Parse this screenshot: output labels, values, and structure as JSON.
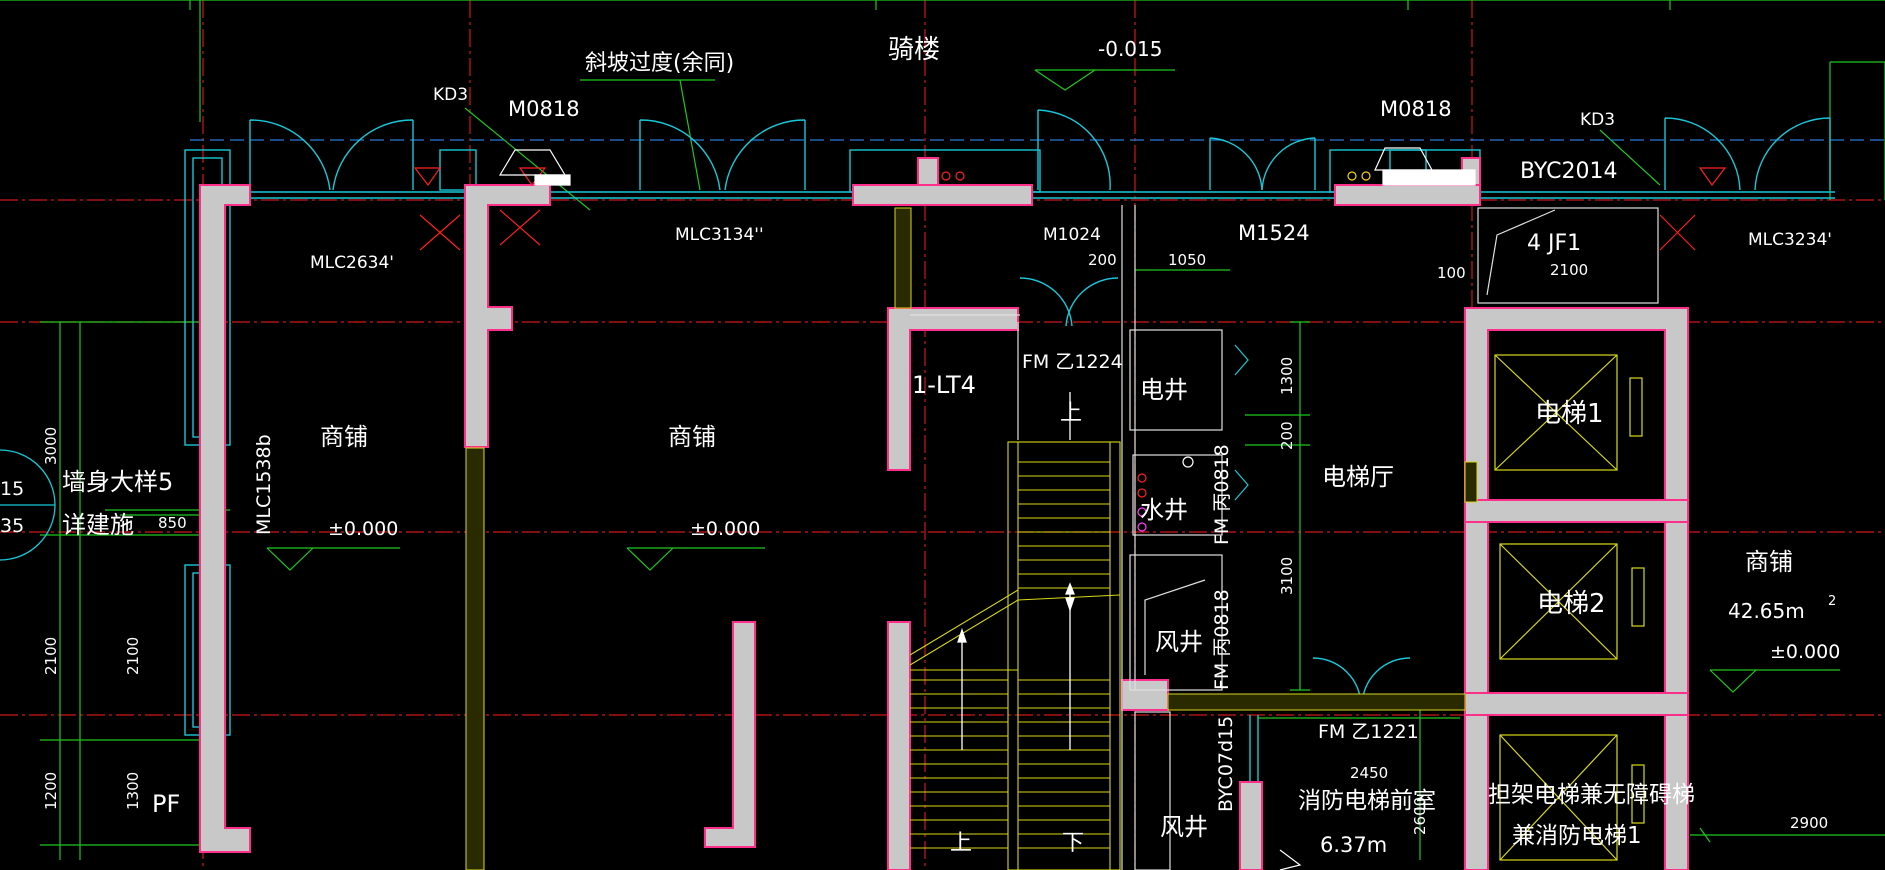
{
  "colors": {
    "background": "#000000",
    "wall_fill": "#c8c8c8",
    "wall_edge": "#ff2e8a",
    "axis_red": "#d01818",
    "dim_green": "#1ec81e",
    "door_cyan": "#18c8d8",
    "frame_yellow": "#d8d818",
    "frame_green": "#9ad81a",
    "text_white": "#ffffff",
    "pipe_red": "#ff2020",
    "dashed_blue": "#2a7ad8"
  },
  "top": {
    "arcade_label": "骑楼",
    "level_top": "-0.015",
    "slope_note": "斜坡过度(余同)",
    "tag_kd3_left": "KD3",
    "tag_kd3_right": "KD3",
    "door_m0818_left": "M0818",
    "door_m0818_right": "M0818",
    "window_byc": "BYC2014"
  },
  "rooms": {
    "shop_left": "商铺",
    "shop_mid": "商铺",
    "shop_right": "商铺",
    "shop_right_area": "42.65m",
    "shop_right_area_sup": "2",
    "level_left": "±0.000",
    "level_mid": "±0.000",
    "level_right": "±0.000",
    "elec_well": "电井",
    "water_well": "水井",
    "wind_well_1": "风井",
    "wind_well_2": "风井",
    "elevator_hall": "电梯厅",
    "elevator_1": "电梯1",
    "elevator_2": "电梯2",
    "elevator_3_line1": "担架电梯兼无障碍梯",
    "elevator_3_line2": "兼消防电梯1",
    "fire_lobby": "消防电梯前室",
    "fire_lobby_area": "6.37m",
    "stair_up_1": "上",
    "stair_up_2": "上",
    "stair_down": "下",
    "stair_tag": "1-LT4",
    "fan_room": "4 JF1",
    "pf": "PF"
  },
  "labels": {
    "mlc2634": "MLC2634'",
    "mlc3134": "MLC3134''",
    "mlc3234": "MLC3234'",
    "mlc1538b": "MLC1538b",
    "m1024": "M1024",
    "m1524": "M1524",
    "fmz1224": "FM 乙1224",
    "fmz1221": "FM 乙1221",
    "fm0818_1": "FM 丙0818",
    "fm0818_2": "FM 丙0818",
    "byc07": "BYC07d15",
    "note_line1": "墙身大样5",
    "note_line2": "详建施",
    "note_num_a": "15",
    "note_num_b": "35"
  },
  "dims": {
    "d200_top": "200",
    "d1050": "1050",
    "d100": "100",
    "d2100_fan": "2100",
    "d1300_v": "1300",
    "d200_v": "200",
    "d3100": "3100",
    "d2450": "2450",
    "d2600": "2600",
    "d2900": "2900",
    "d3000": "3000",
    "d850": "850",
    "d2100_a": "2100",
    "d2100_b": "2100",
    "d1200": "1200",
    "d1300_left": "1300"
  }
}
